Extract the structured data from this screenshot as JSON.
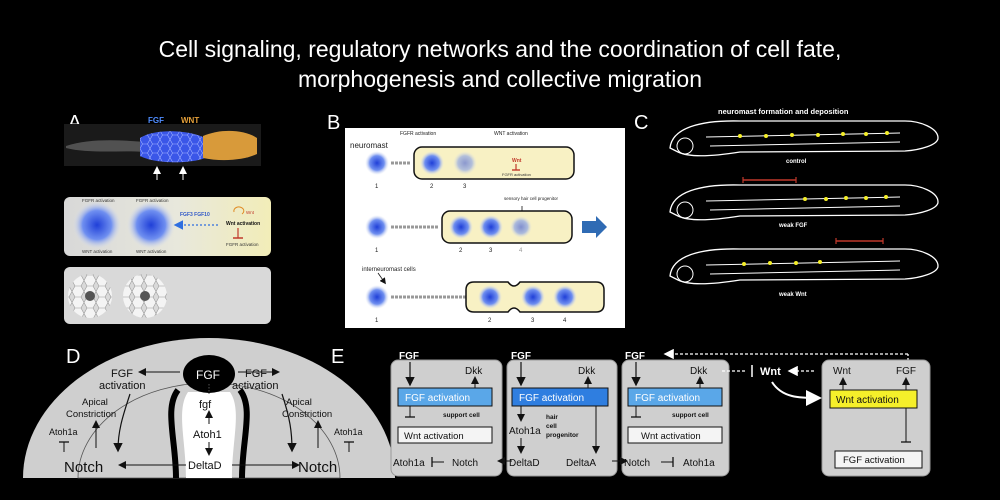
{
  "title": {
    "line1": "Cell signaling, regulatory networks and the coordination of cell fate,",
    "line2": "morphogenesis and collective migration"
  },
  "panels": {
    "A": {
      "letter": "A",
      "micro_labels": {
        "fgf": "FGF",
        "wnt": "WNT"
      },
      "schematic": {
        "fgfr_left": "FGFR activation",
        "wnt_left": "WNT activation",
        "fgfr_right": "FGFR activation",
        "wnt_right": "WNT activation",
        "ligands": "FGF3  FGF10",
        "wnt": "Wnt",
        "wnt_activation": "Wnt activation",
        "fgfr_activation": "FGFR activation"
      }
    },
    "B": {
      "letter": "B",
      "neuromast": "neuromast",
      "fgfr_activation": "FGFR activation",
      "wnt_activation": "WNT activation",
      "wnt_small": "Wnt",
      "fgfr_small": "FGFR activation",
      "progenitor": "sensory hair cell progenitor",
      "interneuromast": "interneuromast cells",
      "row1_numbers": [
        "1",
        "2",
        "3"
      ],
      "row2_numbers": [
        "1",
        "2",
        "3",
        "4"
      ],
      "row3_numbers": [
        "1",
        "2",
        "3",
        "4"
      ]
    },
    "C": {
      "letter": "C",
      "heading": "neuromast formation and deposition",
      "fish_labels": [
        "control",
        "weak FGF",
        "weak Wnt"
      ]
    },
    "D": {
      "letter": "D",
      "fgf_center": "FGF",
      "fgf_left_1": "FGF",
      "fgf_left_2": "activation",
      "fgf_right_1": "FGF",
      "fgf_right_2": "activation",
      "apical_left_1": "Apical",
      "apical_left_2": "Constriction",
      "apical_right_1": "Apical",
      "apical_right_2": "Constriction",
      "atoh_left": "Atoh1a",
      "atoh_right": "Atoh1a",
      "notch_left": "Notch",
      "notch_right": "Notch",
      "fgf_small": "fgf",
      "atoh1": "Atoh1",
      "deltad": "DeltaD"
    },
    "E": {
      "letter": "E",
      "cell1": {
        "fgf": "FGF",
        "dkk": "Dkk",
        "fgf_act": "FGF activation",
        "support": "support cell",
        "wnt_act": "Wnt activation",
        "atoh": "Atoh1a",
        "notch": "Notch"
      },
      "cell2": {
        "fgf": "FGF",
        "dkk": "Dkk",
        "fgf_act": "FGF activation",
        "hair": "hair",
        "cell": "cell",
        "progenitor": "progenitor",
        "atoh": "Atoh1a",
        "deltad": "DeltaD",
        "deltaa": "DeltaA"
      },
      "cell3": {
        "fgf": "FGF",
        "dkk": "Dkk",
        "fgf_act": "FGF activation",
        "support": "support cell",
        "wnt_act": "Wnt activation",
        "notch": "Notch",
        "atoh": "Atoh1a"
      },
      "wnt_signal": "Wnt",
      "cell4": {
        "wnt": "Wnt",
        "fgf": "FGF",
        "wnt_act": "Wnt activation",
        "fgf_act": "FGF activation"
      }
    }
  },
  "colors": {
    "background": "#000000",
    "fgf_blue": "#3a6fe0",
    "wnt_yellow": "#f5ef2a",
    "cell_gray": "#cfcfcf",
    "box_blue": "#5aa7e8",
    "red_bar": "#c0392b"
  }
}
